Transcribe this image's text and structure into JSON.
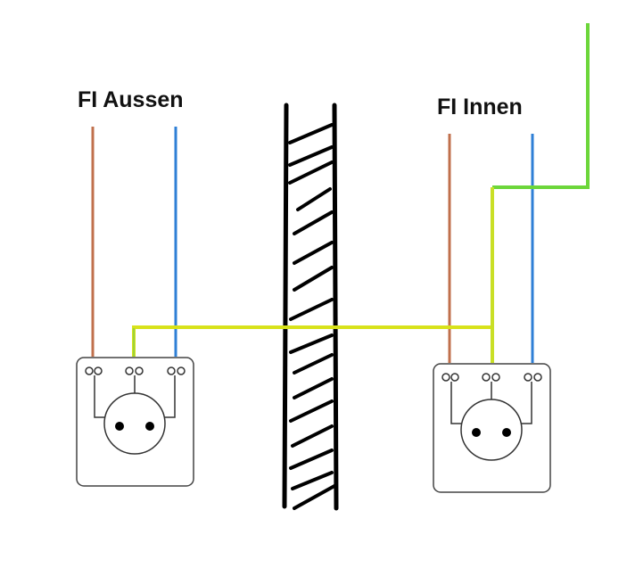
{
  "labels": {
    "outer": "FI Aussen",
    "inner": "FI Innen"
  },
  "colors": {
    "phase_wire": "#c0704c",
    "neutral_wire": "#2f7fd6",
    "protective_earth_wire": "#d8e21a",
    "green_wire": "#6cd63a",
    "wall": "#000000",
    "socket_outline": "#444444"
  },
  "elements": {
    "wall": "wall-hatch",
    "sockets": [
      "socket-outer",
      "socket-inner"
    ]
  }
}
